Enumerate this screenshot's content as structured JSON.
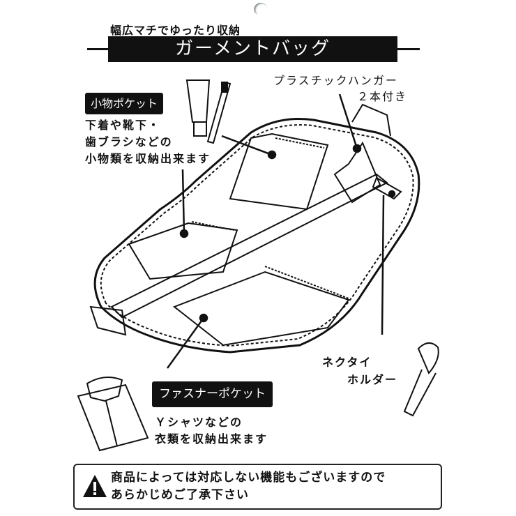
{
  "header": {
    "subtitle": "幅広マチでゆったり収納",
    "title": "ガーメントバッグ"
  },
  "small_pocket": {
    "label": "小物ポケット",
    "description": [
      "下着や靴下・",
      "歯ブラシなどの",
      "小物類を収納出来ます"
    ]
  },
  "hanger": {
    "lines": [
      "プラスチックハンガー",
      "２本付き"
    ]
  },
  "tie_holder": {
    "lines": [
      "ネクタイ",
      "ホルダー"
    ]
  },
  "zipper_pocket": {
    "label": "ファスナーポケット",
    "description": [
      "Ｙシャツなどの",
      "衣類を収納出来ます"
    ]
  },
  "notice": {
    "icon": "warning-triangle-icon",
    "lines": [
      "商品によっては対応しない機能もございますので",
      "あらかじめご了承下さい"
    ]
  }
}
